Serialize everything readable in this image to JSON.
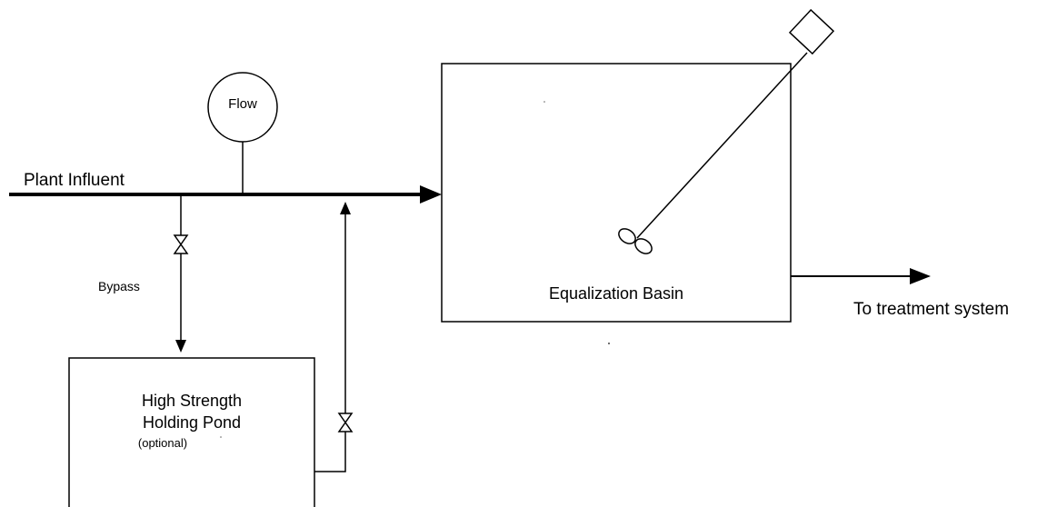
{
  "labels": {
    "plant_influent": "Plant Influent",
    "flow": "Flow",
    "bypass": "Bypass",
    "equalization_basin": "Equalization Basin",
    "to_treatment": "To treatment system",
    "pond_line1": "High Strength",
    "pond_line2": "Holding Pond",
    "pond_note": "(optional)"
  },
  "colors": {
    "line": "#000000",
    "background": "#ffffff"
  },
  "icons": [
    "valve-icon",
    "valve-icon",
    "mixer-propeller-icon",
    "mixer-motor-icon",
    "arrow-icon"
  ]
}
